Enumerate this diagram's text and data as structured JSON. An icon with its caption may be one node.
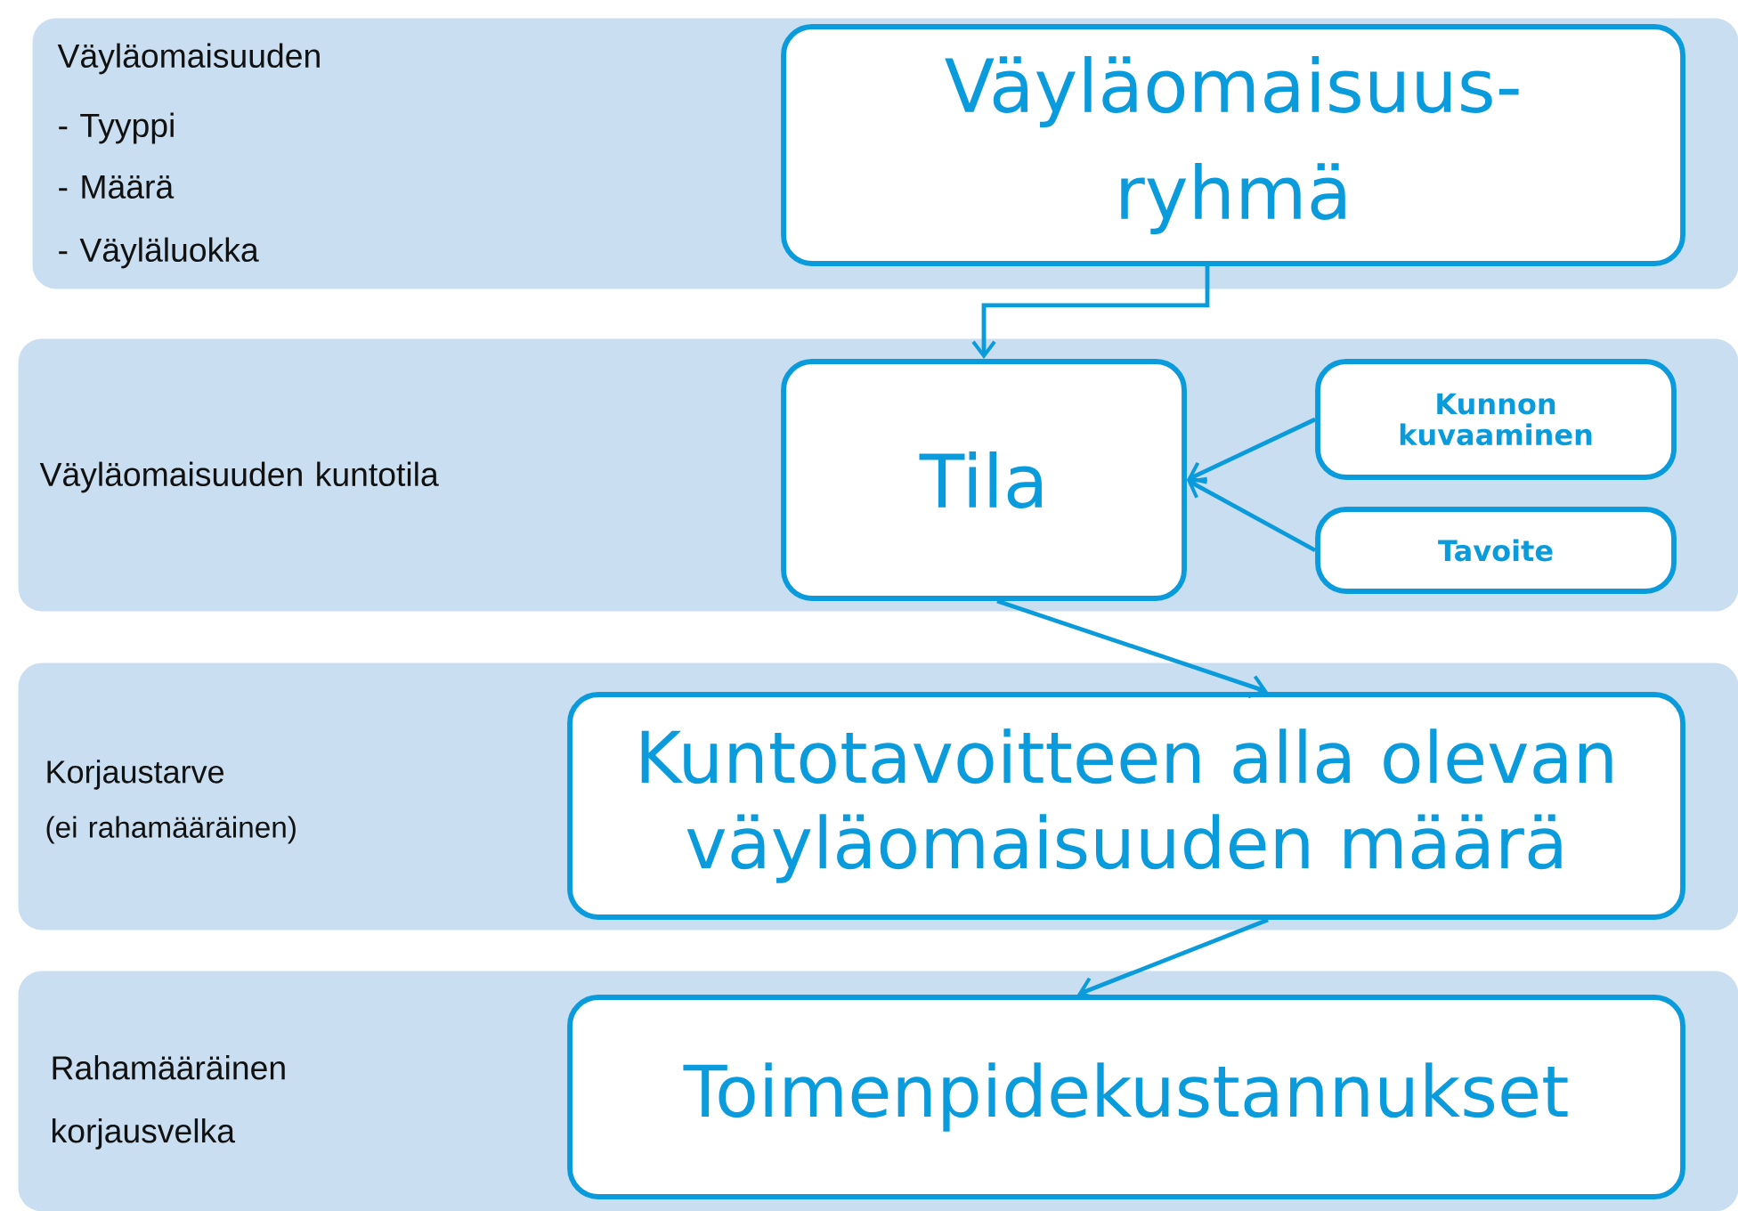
{
  "diagram": {
    "nodes": [
      {
        "text": [
          "Väyläomaisuuden",
          "- Tyyppi",
          "- Määrä",
          "- Väyläluokka"
        ]
      },
      {
        "text": [
          "Väyläomaisuus-ryhmä"
        ],
        "in": 0
      },
      {
        "text": [
          "Väyläomaisuuden kuntotila"
        ]
      },
      {
        "text": [
          "Tila"
        ],
        "in": 2
      },
      {
        "text": [
          "Kunnon kuvaaminen"
        ],
        "in": 2
      },
      {
        "text": [
          "Tavoite"
        ],
        "in": 2
      },
      {
        "text": [
          "Korjaustarve",
          "(ei rahamääräinen)"
        ]
      },
      {
        "text": [
          "Kuntotavoitteen alla olevan väyläomaisuuden määrä"
        ],
        "in": 6
      },
      {
        "text": [
          "Rahamääräinen korjausvelka"
        ]
      },
      {
        "text": [
          "Toimenpidekustannukset"
        ],
        "in": 8
      }
    ],
    "edges": [
      {
        "from": 1,
        "to": 3,
        "arrow": "to"
      },
      {
        "from": 4,
        "to": 3,
        "arrow": "to"
      },
      {
        "from": 5,
        "to": 3,
        "arrow": "to"
      },
      {
        "from": 3,
        "to": 7,
        "arrow": "to"
      },
      {
        "from": 7,
        "to": 9,
        "arrow": "to"
      }
    ]
  }
}
